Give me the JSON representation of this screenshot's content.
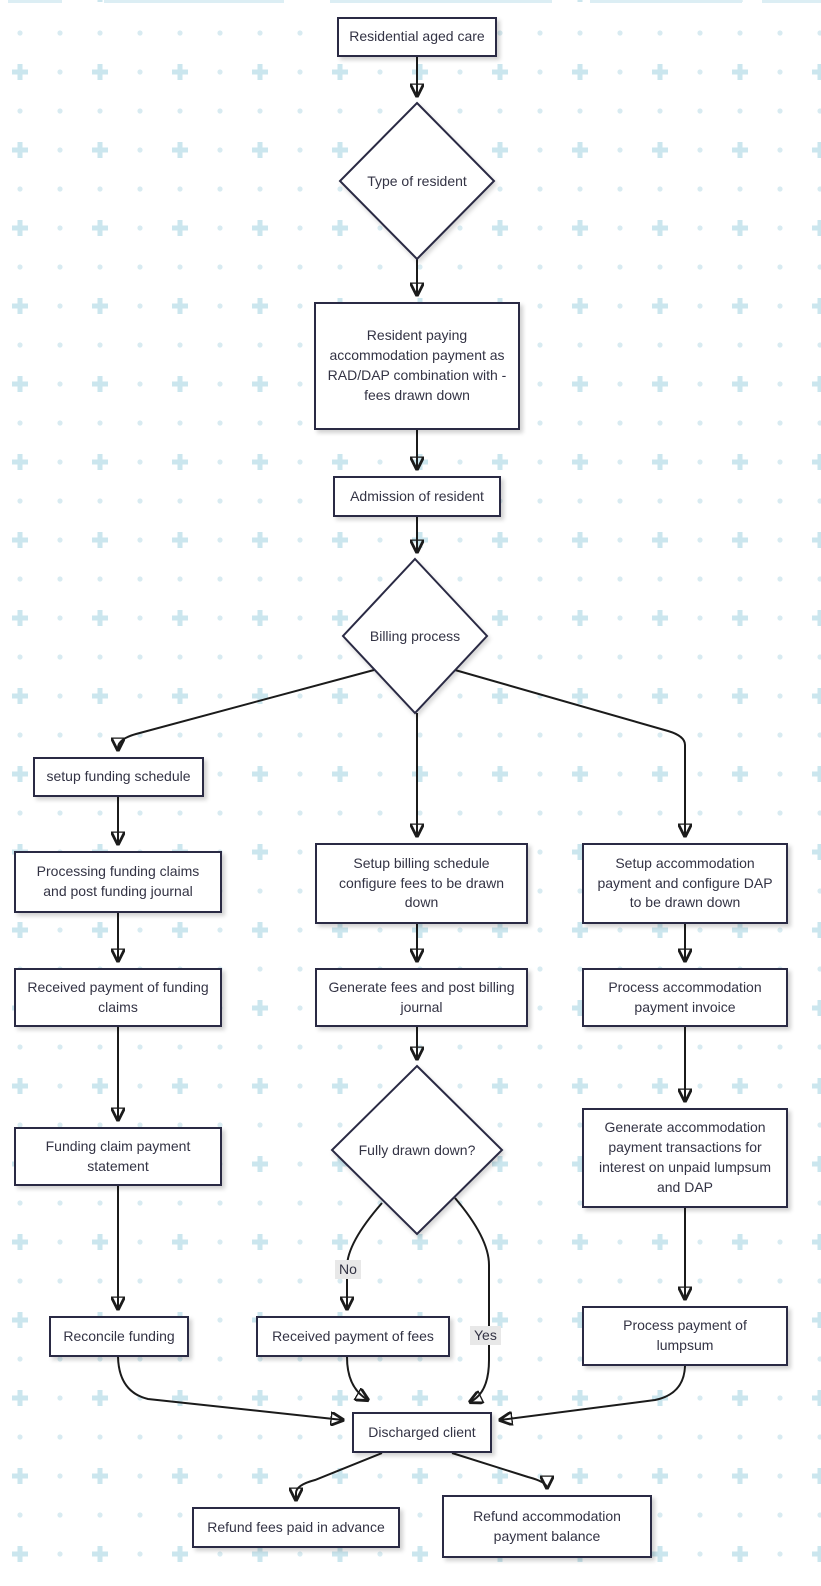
{
  "diagram": {
    "nodes": {
      "residential_aged_care": "Residential aged care",
      "type_of_resident": "Type of resident",
      "resident_paying": "Resident paying accommodation payment as RAD/DAP combination with - fees drawn down",
      "admission": "Admission of resident",
      "billing_process": "Billing process",
      "setup_funding_schedule": "setup funding schedule",
      "processing_funding_claims": "Processing funding claims and post funding journal",
      "received_payment_funding": "Received payment of funding claims",
      "funding_claim_statement": "Funding claim payment statement",
      "reconcile_funding": "Reconcile funding",
      "setup_billing_schedule": "Setup billing schedule configure fees to be drawn down",
      "generate_fees": "Generate fees and post billing journal",
      "fully_drawn_down": "Fully drawn down?",
      "received_payment_fees": "Received payment of fees",
      "setup_accommodation": "Setup accommodation payment and configure DAP to be drawn down",
      "process_accommodation_invoice": "Process accommodation payment invoice",
      "generate_accommodation_transactions": "Generate accommodation payment transactions for interest on unpaid lumpsum and DAP",
      "process_payment_lumpsum": "Process payment of lumpsum",
      "discharged_client": "Discharged client",
      "refund_fees": "Refund fees paid in advance",
      "refund_accommodation": "Refund accommodation payment balance"
    },
    "edge_labels": {
      "no": "No",
      "yes": "Yes"
    },
    "colors": {
      "node_border": "#2a2a44",
      "node_fill": "#ffffff",
      "node_text": "#333344",
      "edge_stroke": "#1b1b1b",
      "edge_label_bg": "#e8e8e8",
      "pattern_dot": "#d8ebf1",
      "pattern_plus": "#cbe6ee"
    }
  }
}
